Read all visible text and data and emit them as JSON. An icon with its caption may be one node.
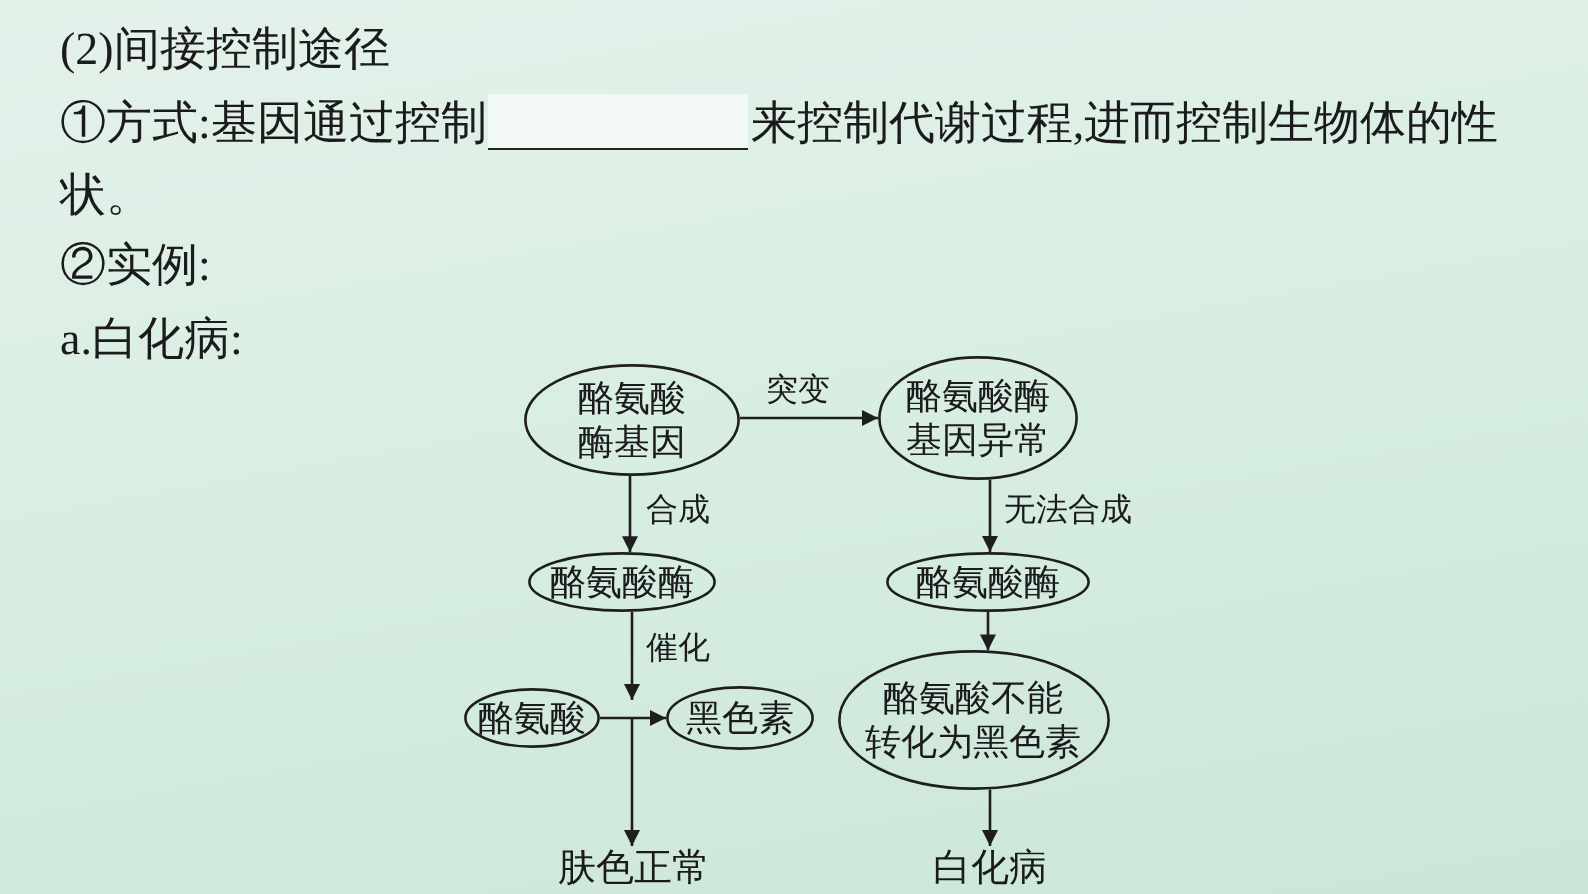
{
  "diagram": {
    "title": "(2)间接控制途径",
    "nodes": [
      {
        "text": [
          "酪氨酸酶基因"
        ]
      },
      {
        "text": [
          "酪氨酸酶基因异常"
        ]
      },
      {
        "text": [
          "酪氨酸酶"
        ]
      },
      {
        "text": [
          "酪氨酸酶"
        ]
      },
      {
        "text": [
          "酪氨酸"
        ]
      },
      {
        "text": [
          "黑色素"
        ]
      },
      {
        "text": [
          "酪氨酸不能转化为黑色素"
        ]
      },
      {
        "text": [
          "肤色正常"
        ]
      },
      {
        "text": [
          "白化病"
        ]
      }
    ],
    "edges": [
      {
        "from": 0,
        "to": 1,
        "arrow": "to",
        "label": "突变"
      },
      {
        "from": 0,
        "to": 2,
        "arrow": "to",
        "label": "合成"
      },
      {
        "from": 1,
        "to": 3,
        "arrow": "to",
        "label": "无法合成"
      },
      {
        "from": 2,
        "to": 4,
        "arrow": "to",
        "label": "催化"
      },
      {
        "from": 4,
        "to": 5,
        "arrow": "to"
      },
      {
        "from": 3,
        "to": 6,
        "arrow": "to"
      },
      {
        "from": null,
        "to": 7,
        "arrow": "to"
      },
      {
        "from": 6,
        "to": 8,
        "arrow": "to"
      }
    ],
    "labels": [
      "①方式:基因通过控制",
      "来控制代谢过程,进而控制生物体的性状。",
      "②实例:",
      "a.白化病:"
    ]
  }
}
